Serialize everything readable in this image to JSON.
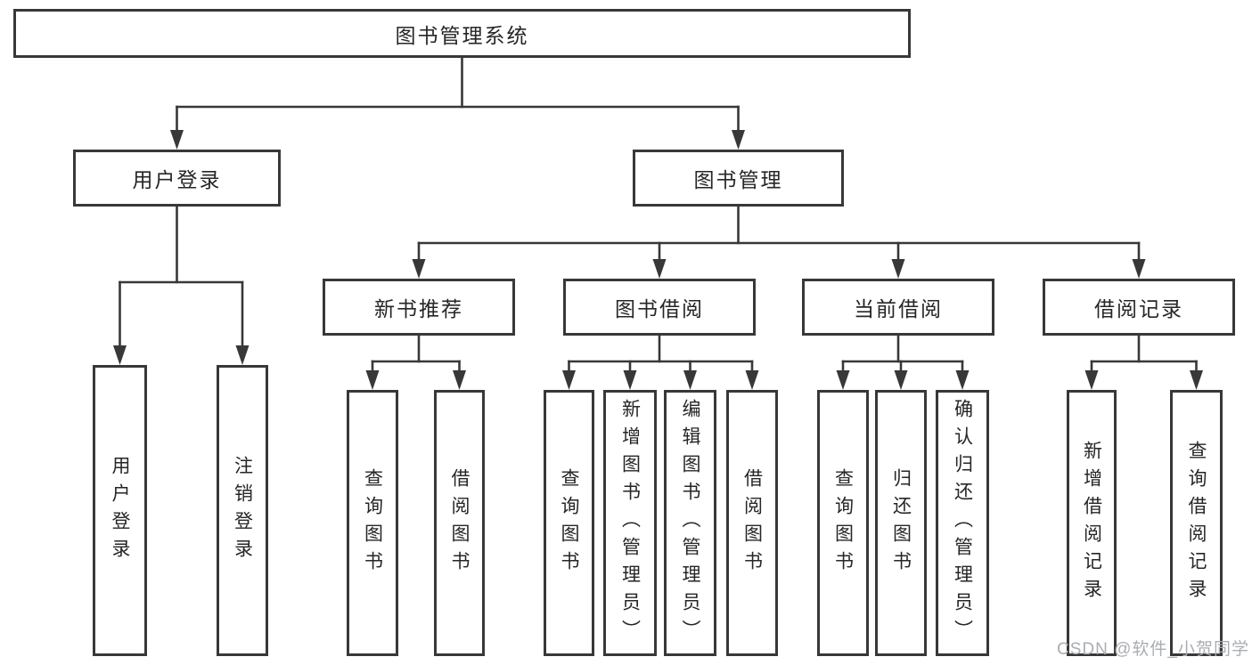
{
  "colors": {
    "background": "#ffffff",
    "line": "#383838",
    "box_border": "#383838",
    "text": "#262626",
    "watermark": "#aaadb2"
  },
  "nodes": {
    "root": "图书管理系统",
    "user_login": "用户登录",
    "book_mgmt": "图书管理",
    "new_books": "新书推荐",
    "book_borrow": "图书借阅",
    "current_borrow": "当前借阅",
    "borrow_records": "借阅记录",
    "leaf_user_login": "用户登录",
    "leaf_logout": "注销登录",
    "leaf_nb_query": "查询图书",
    "leaf_nb_borrow": "借阅图书",
    "leaf_bb_query": "查询图书",
    "leaf_bb_add": "新增图书（管理员）",
    "leaf_bb_edit": "编辑图书（管理员）",
    "leaf_bb_borrow": "借阅图书",
    "leaf_cb_query": "查询图书",
    "leaf_cb_return": "归还图书",
    "leaf_cb_confirm": "确认归还（管理员）",
    "leaf_br_add": "新增借阅记录",
    "leaf_br_query": "查询借阅记录"
  },
  "watermark": "CSDN @软件_小贺同学"
}
